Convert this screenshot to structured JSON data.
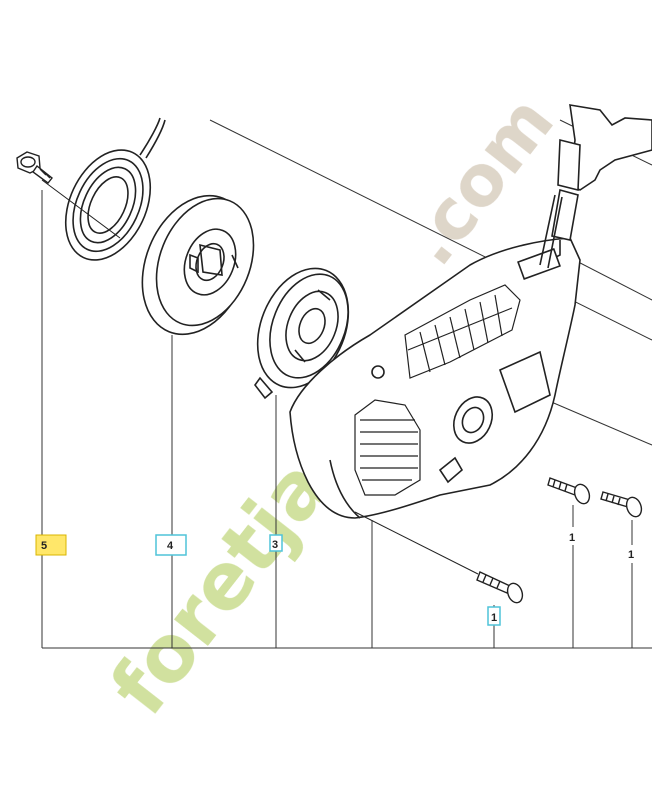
{
  "callouts": {
    "c5": "5",
    "c4": "4",
    "c3": "3",
    "c1_center": "1",
    "c1_mid": "1",
    "c1_right": "1"
  },
  "watermark": {
    "text": "foretjardin.com",
    "color_green": "#c9dc8e",
    "color_beige": "#d9cfc0"
  },
  "colors": {
    "line": "#333333",
    "highlight_yellow": "#ffe76a",
    "highlight_cyan": "#4fc3d9"
  }
}
